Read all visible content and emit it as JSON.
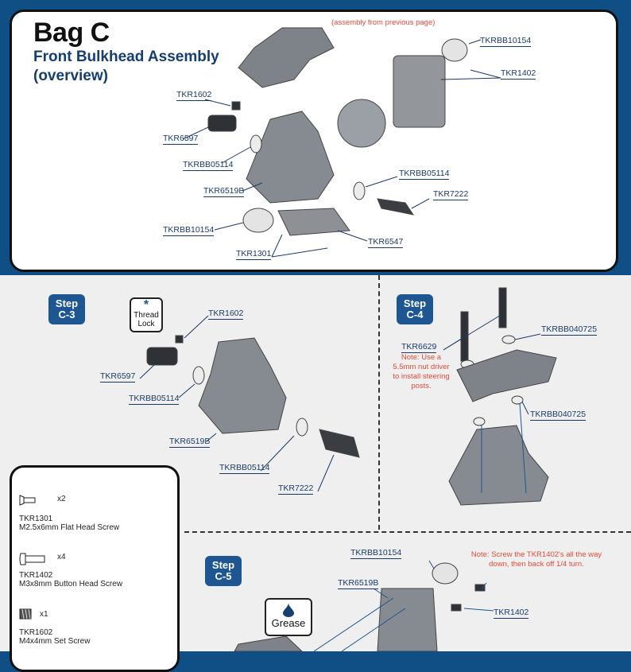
{
  "overview": {
    "title": "Bag C",
    "subtitle": "Front Bulkhead Assembly (overview)",
    "note_prev": "(assembly from previous page)",
    "labels": {
      "tkrbb10154_top": "TKRBB10154",
      "tkr1402": "TKR1402",
      "tkr1602": "TKR1602",
      "tkr6597": "TKR6597",
      "tkrbb05114_left": "TKRBB05114",
      "tkrbb05114_right": "TKRBB05114",
      "tkr7222": "TKR7222",
      "tkr6519b": "TKR6519B",
      "tkrbb10154_bottom": "TKRBB10154",
      "tkr6547": "TKR6547",
      "tkr1301": "TKR1301"
    }
  },
  "step_c3": {
    "badge_line1": "Step",
    "badge_line2": "C-3",
    "thread_lock_line1": "Thread",
    "thread_lock_line2": "Lock",
    "labels": {
      "tkr1602": "TKR1602",
      "tkr6597": "TKR6597",
      "tkrbb05114_a": "TKRBB05114",
      "tkr6519b": "TKR6519B",
      "tkrbb05114_b": "TKRBB05114",
      "tkr7222": "TKR7222"
    }
  },
  "step_c4": {
    "badge_line1": "Step",
    "badge_line2": "C-4",
    "labels": {
      "tkr6629": "TKR6629",
      "tkrbb040725_top": "TKRBB040725",
      "tkrbb040725_bottom": "TKRBB040725"
    },
    "note": "Note: Use a 5.5mm nut driver to install steering posts."
  },
  "step_c5": {
    "badge_line1": "Step",
    "badge_line2": "C-5",
    "grease": "Grease",
    "labels": {
      "tkrbb10154": "TKRBB10154",
      "tkr6519b": "TKR6519B",
      "tkr1402": "TKR1402"
    },
    "note": "Note: Screw the TKR1402's all the way down, then back off 1/4 turn."
  },
  "parts": [
    {
      "qty": "x2",
      "id": "TKR1301",
      "desc": "M2.5x6mm Flat Head Screw",
      "icon": "flat-head-screw-icon"
    },
    {
      "qty": "x4",
      "id": "TKR1402",
      "desc": "M3x8mm Button Head Screw",
      "icon": "button-head-screw-icon"
    },
    {
      "qty": "x1",
      "id": "TKR1602",
      "desc": "M4x4mm Set Screw",
      "icon": "set-screw-icon"
    }
  ],
  "colors": {
    "brand_blue": "#0f4f86",
    "note_red": "#e14b3b",
    "step_blue": "#1d5690"
  }
}
